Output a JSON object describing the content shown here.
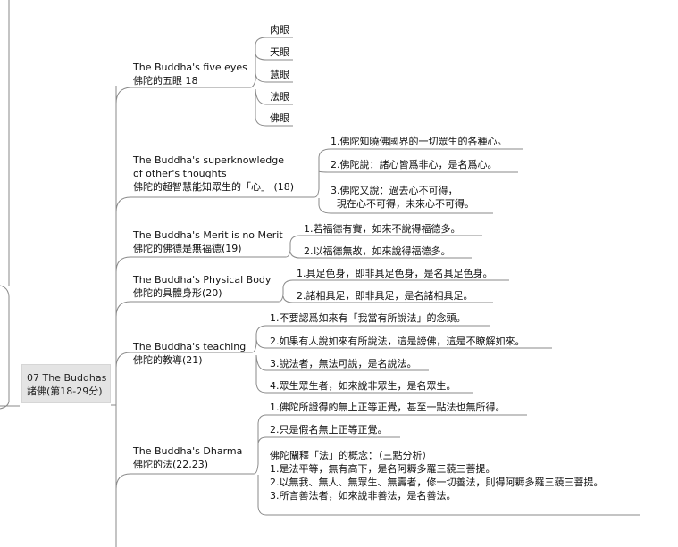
{
  "root": {
    "line1": "07 The Buddhas",
    "line2": "諸佛(第18-29分)"
  },
  "branches": [
    {
      "title_en": "The Buddha's five eyes",
      "title_zh": "佛陀的五眼 18",
      "items": [
        "肉眼",
        "天眼",
        "慧眼",
        "法眼",
        "佛眼"
      ]
    },
    {
      "title_en_1": "The Buddha's superknowledge",
      "title_en_2": "of other's thoughts",
      "title_zh": "佛陀的超智慧能知眾生的「心」 (18)",
      "items": [
        "1.佛陀知曉佛國界的一切眾生的各種心。",
        "2.佛陀說：諸心皆爲非心，是名爲心。"
      ],
      "item3": [
        "3.佛陀又說：過去心不可得，",
        "現在心不可得，未來心不可得。"
      ]
    },
    {
      "title_en": "The Buddha's Merit is no Merit",
      "title_zh": "佛陀的佛德是無福德(19)",
      "items": [
        "1.若福德有實，如來不說得福德多。",
        "2.以福德無故，如來說得福德多。"
      ]
    },
    {
      "title_en": "The Buddha's Physical Body",
      "title_zh": "佛陀的具體身形(20)",
      "items": [
        "1.具足色身，即非具足色身，是名具足色身。",
        "2.諸相具足，即非具足，是名諸相具足。"
      ]
    },
    {
      "title_en": "The Buddha's teaching",
      "title_zh": "佛陀的教導(21)",
      "items": [
        "1.不要認爲如來有「我當有所說法」的念頭。",
        "2.如果有人說如來有所說法，這是謗佛，這是不瞭解如來。",
        "3.說法者，無法可說，是名說法。",
        "4.眾生眾生者，如來說非眾生，是名眾生。"
      ]
    },
    {
      "title_en": "The Buddha's Dharma",
      "title_zh": "佛陀的法(22,23)",
      "items": [
        "1.佛陀所證得的無上正等正覺，甚至一點法也無所得。",
        "2.只是假名無上正等正覺。"
      ],
      "item3": [
        "佛陀闡釋「法」的概念：（三點分析）",
        "1.是法平等，無有高下，是名阿耨多羅三藐三菩提。",
        "2.以無我、無人、無眾生、無壽者，修一切善法，則得阿耨多羅三藐三菩提。",
        "3.所言善法者，如來說非善法，是名善法。"
      ]
    }
  ]
}
